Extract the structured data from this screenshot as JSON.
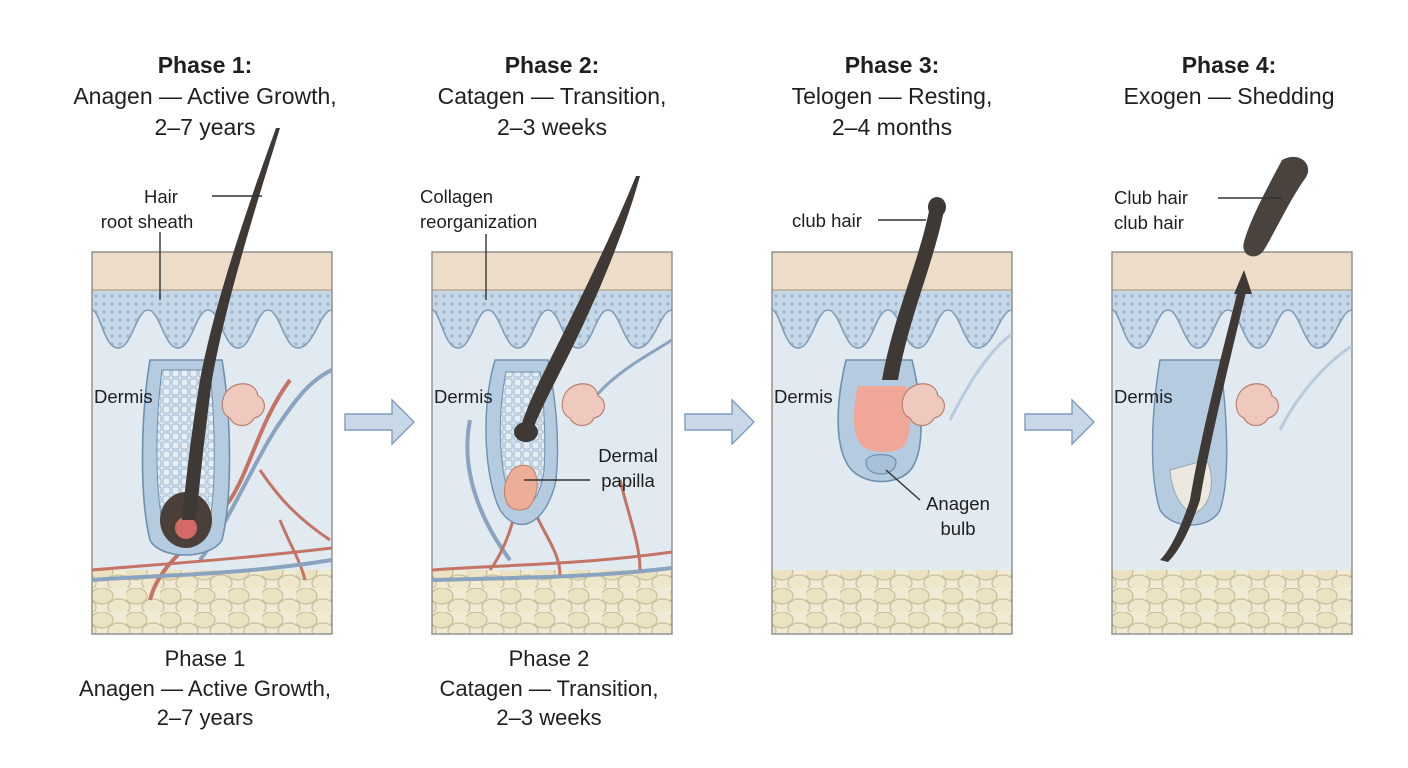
{
  "phases": [
    {
      "heading": "Phase 1:",
      "title": "Anagen — Active Growth,",
      "duration": "2–7 years",
      "footer": {
        "phase": "Phase 1",
        "title": "Anagen — Active Growth,",
        "duration": "2–7 years"
      },
      "labels": {
        "hair_a": "Hair",
        "hair_b": "root sheath",
        "dermis": "Dermis"
      }
    },
    {
      "heading": "Phase 2:",
      "title": "Catagen — Transition,",
      "duration": "2–3 weeks",
      "footer": {
        "phase": "Phase 2",
        "title": "Catagen — Transition,",
        "duration": "2–3 weeks"
      },
      "labels": {
        "collagen_a": "Collagen",
        "collagen_b": "reorganization",
        "dermis": "Dermis",
        "papilla_a": "Dermal",
        "papilla_b": "papilla"
      }
    },
    {
      "heading": "Phase 3:",
      "title": "Telogen — Resting,",
      "duration": "2–4 months",
      "labels": {
        "club": "club hair",
        "dermis": "Dermis",
        "bulb_a": "Anagen",
        "bulb_b": "bulb"
      }
    },
    {
      "heading": "Phase 4:",
      "title": "Exogen — Shedding",
      "labels": {
        "club_a": "Club hair",
        "club_b": "club hair",
        "dermis": "Dermis"
      }
    }
  ],
  "colors": {
    "epidermis": "#ecdcc8",
    "stratum": "#c9d9e6",
    "dermis": "#dfe8f0",
    "fat": "#eee7cf",
    "hair": "#3f3936",
    "vessel_red": "#c47464",
    "vessel_blue": "#8aa3bf",
    "arrow": "#b9cee0"
  }
}
